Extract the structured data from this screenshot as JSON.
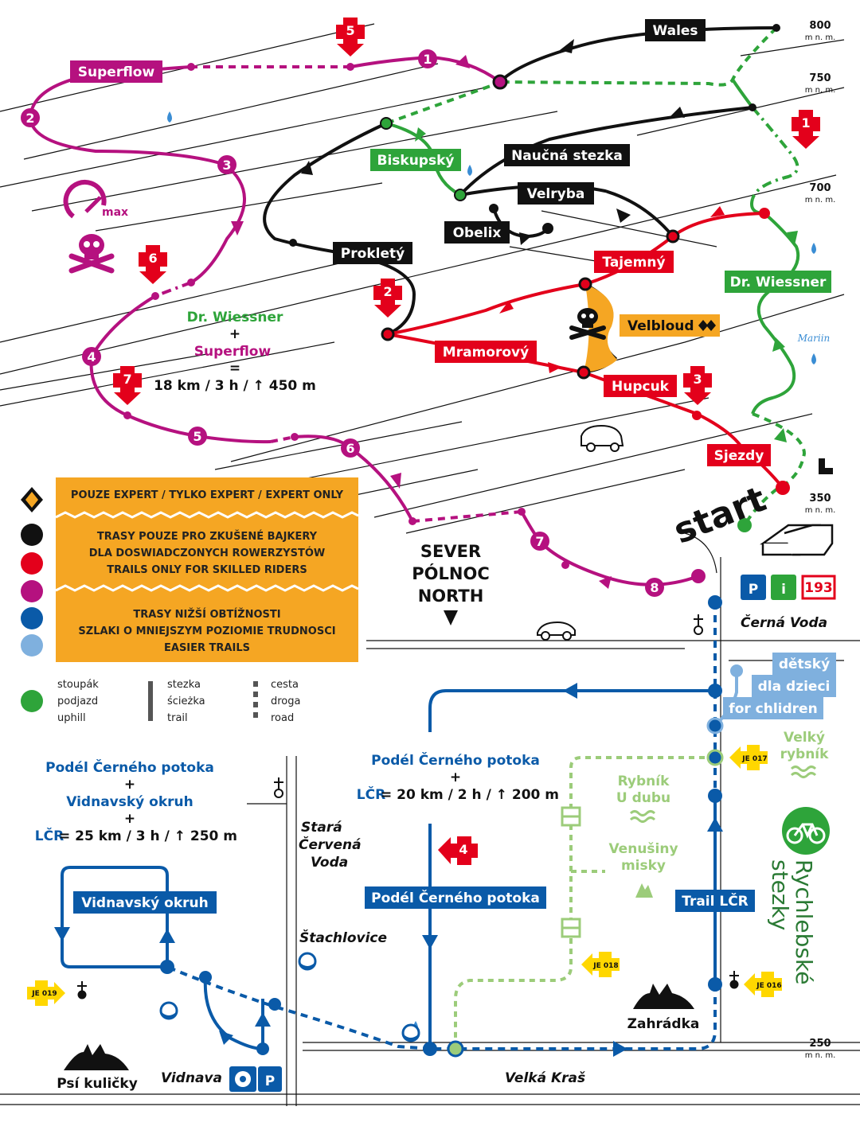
{
  "elevations": [
    {
      "value": "800",
      "unit": "m n. m."
    },
    {
      "value": "750",
      "unit": "m n. m."
    },
    {
      "value": "700",
      "unit": "m n. m."
    },
    {
      "value": "350",
      "unit": "m n. m."
    },
    {
      "value": "250",
      "unit": "m n. m."
    }
  ],
  "trails": {
    "superflow": "Superflow",
    "wales": "Wales",
    "biskupsky": "Biskupský",
    "naucna_stezka": "Naučná stezka",
    "velryba": "Velryba",
    "obelix": "Obelix",
    "prokléty": "Prokletý",
    "tajemny": "Tajemný",
    "velbloud": "Velbloud",
    "mramorovy": "Mramorový",
    "hupcuk": "Hupcuk",
    "sjezdy": "Sjezdy",
    "dr_wiessner": "Dr. Wiessner",
    "vidnavsky_okruh": "Vidnavský okruh",
    "podel_cerneho_potoka": "Podél Černého potoka",
    "trail_lcr": "Trail LČR"
  },
  "combo1": {
    "line1": "Dr. Wiessner",
    "plus1": "+",
    "line2": "Superflow",
    "eq": "=",
    "stats": "18 km / 3 h / ↑ 450 m"
  },
  "combo2": {
    "line1": "Podél Černého potoka",
    "plus1": "+",
    "line2": "LČR",
    "stats": "= 20 km / 2 h / ↑ 200 m"
  },
  "combo3": {
    "line1": "Podél Černého potoka",
    "plus1": "+",
    "line2": "Vidnavský okruh",
    "plus2": "+",
    "line3": "LČR",
    "stats": "= 25 km / 3 h / ↑ 250 m"
  },
  "speed_label": "max",
  "start_label": "start",
  "marian": "Mariin",
  "direction": {
    "l1": "SEVER",
    "l2": "PÓLNOC",
    "l3": "NORTH"
  },
  "places": {
    "cerna_voda": "Černá Voda",
    "stara_cervena_voda_1": "Stará",
    "stara_cervena_voda_2": "Červená",
    "stara_cervena_voda_3": "Voda",
    "stachlovice": "Štachlovice",
    "vidnava": "Vidnava",
    "velka_kras": "Velká Kraš",
    "psi_kulicky": "Psí kuličky",
    "zahradka": "Zahrádka",
    "rybnik_u_dubu_1": "Rybník",
    "rybnik_u_dubu_2": "U dubu",
    "venusiny_misky_1": "Venušiny",
    "venusiny_misky_2": "misky",
    "velky_rybnik_1": "Velký",
    "velky_rybnik_2": "rybník"
  },
  "kids": {
    "l1": "dětský",
    "l2": "dla dzieci",
    "l3": "for chlidren"
  },
  "brand": {
    "l1": "Rychlebské",
    "l2": "stezky"
  },
  "services": {
    "parking": "P",
    "info": "i",
    "bus": "193"
  },
  "legend": {
    "expert": "POUZE EXPERT / TYLKO EXPERT / EXPERT ONLY",
    "skilled_1": "TRASY POUZE PRO ZKUŠENÉ BAJKERY",
    "skilled_2": "DLA DOSWIADCZONYCH ROWERZYSTÓW",
    "skilled_3": "TRAILS ONLY FOR SKILLED RIDERS",
    "easy_1": "TRASY NIŽŠÍ OBTÍŽNOSTI",
    "easy_2": "SZLAKI O MNIEJSZYM POZIOMIE TRUDNOSCI",
    "easy_3": "EASIER TRAILS",
    "uphill_1": "stoupák",
    "uphill_2": "podjazd",
    "uphill_3": "uphill",
    "trail_1": "stezka",
    "trail_2": "ścieżka",
    "trail_3": "trail",
    "road_1": "cesta",
    "road_2": "droga",
    "road_3": "road"
  },
  "markers": {
    "rescue": [
      "5",
      "1",
      "6",
      "2",
      "7",
      "3",
      "4"
    ],
    "superflow_nums": [
      "1",
      "2",
      "3",
      "4",
      "5",
      "6",
      "7",
      "8"
    ],
    "je": [
      "JE 017",
      "JE 018",
      "JE 019",
      "JE 016"
    ]
  },
  "colors": {
    "black": "#111111",
    "red": "#e3001b",
    "magenta": "#b5117f",
    "blue": "#0a5aa8",
    "lightblue": "#7fb0de",
    "green": "#2ea43a",
    "lightgreen": "#9ccc7a",
    "orange": "#f5a623",
    "yellow": "#ffd700"
  }
}
